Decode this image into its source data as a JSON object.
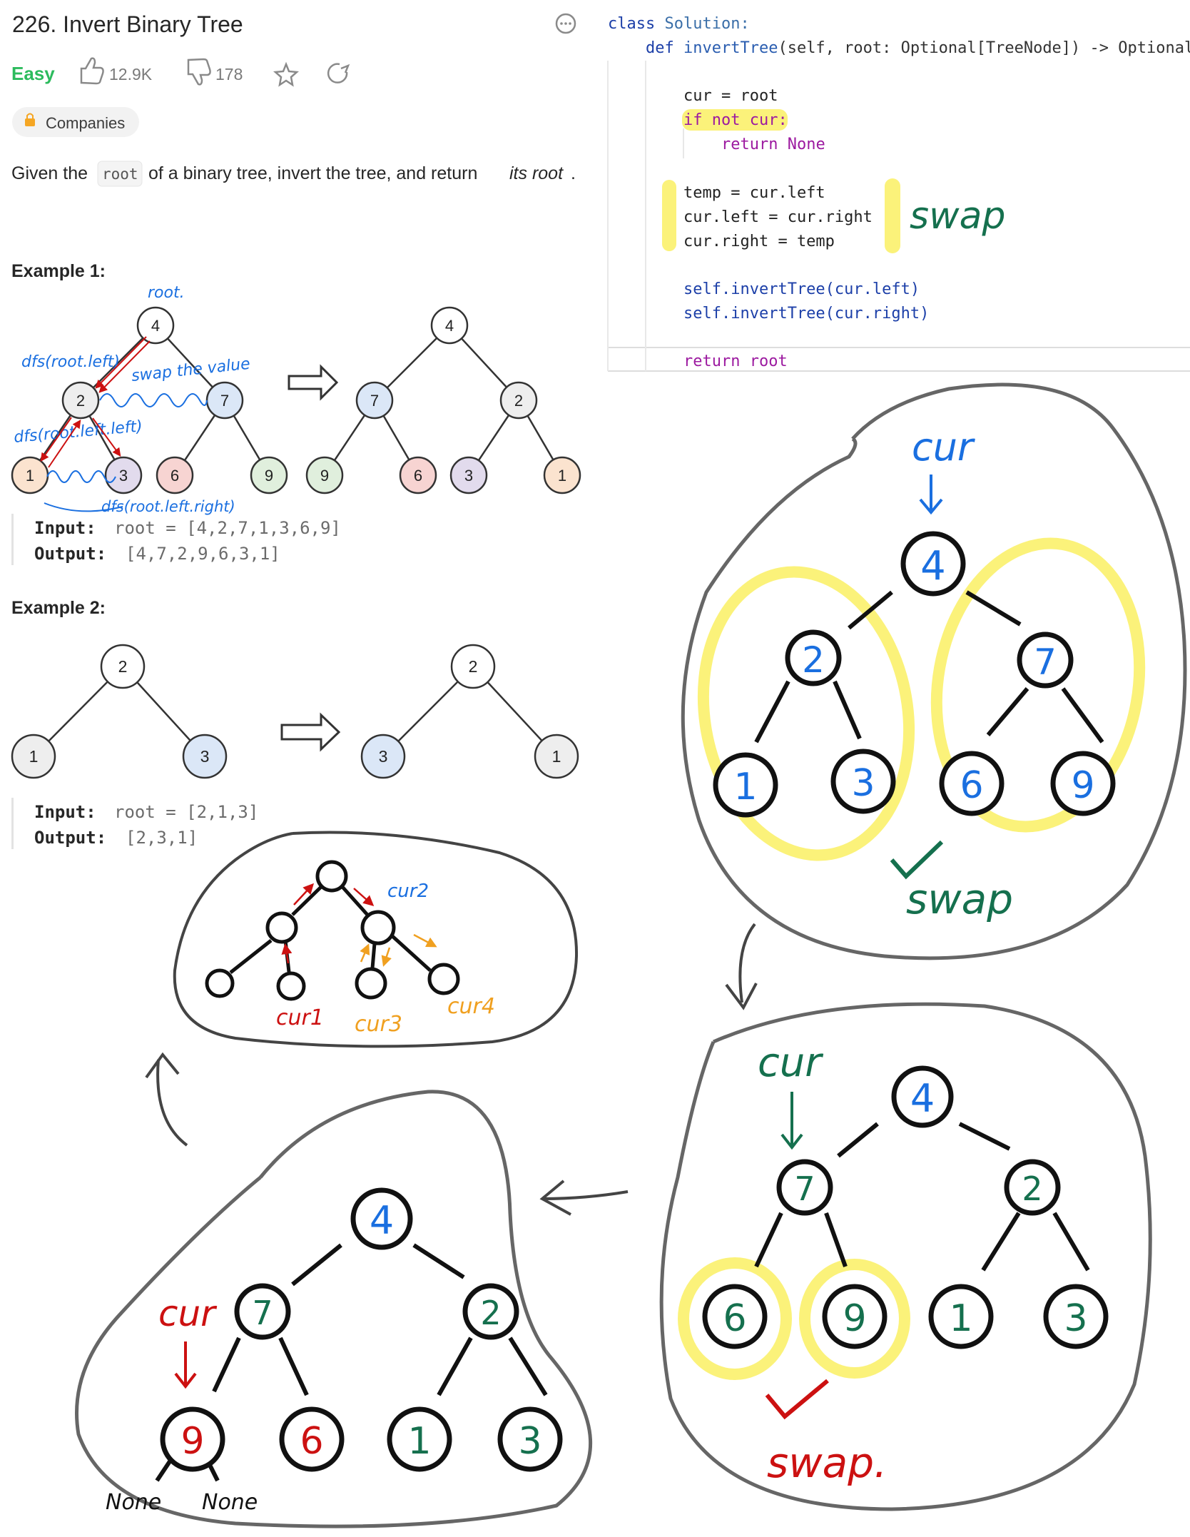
{
  "problem": {
    "title": "226. Invert Binary Tree",
    "difficulty": "Easy",
    "likes": "12.9K",
    "dislikes": "178",
    "companies_label": "Companies",
    "desc_pre": "Given the",
    "desc_code": "root",
    "desc_mid": "of a binary tree, invert the tree, and return",
    "desc_em": "its root",
    "desc_end": "."
  },
  "example1": {
    "heading": "Example 1:",
    "input_label": "Input:",
    "input_value": "root = [4,2,7,1,3,6,9]",
    "output_label": "Output:",
    "output_value": "[4,7,2,9,6,3,1]",
    "before_nodes": [
      "4",
      "2",
      "7",
      "1",
      "3",
      "6",
      "9"
    ],
    "after_nodes": [
      "4",
      "7",
      "2",
      "9",
      "6",
      "3",
      "1"
    ]
  },
  "example2": {
    "heading": "Example 2:",
    "input_label": "Input:",
    "input_value": "root = [2,1,3]",
    "output_label": "Output:",
    "output_value": "[2,3,1]",
    "before_nodes": [
      "2",
      "1",
      "3"
    ],
    "after_nodes": [
      "2",
      "3",
      "1"
    ]
  },
  "code": {
    "class_kw": "class",
    "class_name": "Solution:",
    "def_kw": "def",
    "func_name": "invertTree",
    "params": "(self, root: Optional[TreeNode]) -> Optional",
    "lines": [
      "cur = root",
      "if not cur:",
      "return None",
      "temp = cur.left",
      "cur.left = cur.right",
      "cur.right = temp",
      "self.invertTree(cur.left)",
      "self.invertTree(cur.right)",
      "return root"
    ]
  },
  "annotations": {
    "root": "root.",
    "dfs_left": "dfs(root.left)",
    "swap_value": "swap the value",
    "dfs_left_left": "dfs(root.left.left)",
    "dfs_left_right": "dfs(root.left.right)",
    "swap": "swap",
    "swap_dot": "swap.",
    "cur": "cur",
    "cur1": "cur1",
    "cur2": "cur2",
    "cur3": "cur3",
    "cur4": "cur4",
    "none": "None"
  },
  "sketch1_nodes": [
    "4",
    "2",
    "7",
    "1",
    "3",
    "6",
    "9"
  ],
  "sketch2_nodes": [
    "4",
    "7",
    "2",
    "6",
    "9",
    "1",
    "3"
  ],
  "sketch3_nodes": [
    "4",
    "7",
    "2",
    "9",
    "6",
    "1",
    "3"
  ],
  "colors": {
    "easy": "#2cbb5d",
    "node_gray": "#eeeeee",
    "node_blue": "#dbe7f7",
    "node_orange": "#fbe3cf",
    "node_purple": "#e2dbed",
    "node_red": "#f7d4d2",
    "node_green": "#e0efdd",
    "ink_blue": "#1a6fe0",
    "ink_red": "#cc1111",
    "ink_green": "#15704e",
    "ink_orange": "#f0a020",
    "highlight": "#fbf27a"
  }
}
